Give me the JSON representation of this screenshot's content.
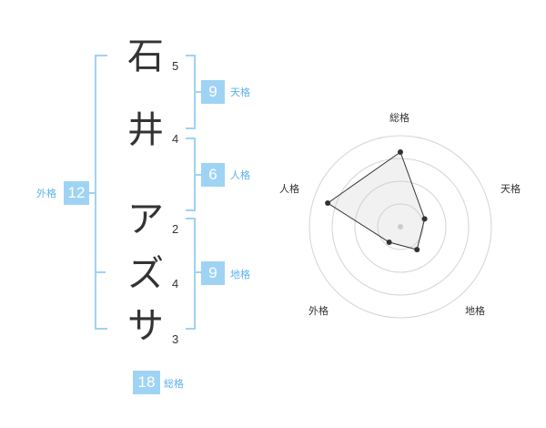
{
  "name": {
    "characters": [
      {
        "char": "石",
        "strokes": "5"
      },
      {
        "char": "井",
        "strokes": "4"
      },
      {
        "char": "ア",
        "strokes": "2"
      },
      {
        "char": "ズ",
        "strokes": "4"
      },
      {
        "char": "サ",
        "strokes": "3"
      }
    ]
  },
  "kaku": {
    "tenkaku": {
      "value": "9",
      "label": "天格"
    },
    "jinkaku": {
      "value": "6",
      "label": "人格"
    },
    "chikaku": {
      "value": "9",
      "label": "地格"
    },
    "gaikaku": {
      "value": "12",
      "label": "外格"
    },
    "soukaku": {
      "value": "18",
      "label": "総格"
    }
  },
  "colors": {
    "accent": "#9fd3f4",
    "accent_text": "#5ab3e8"
  },
  "chart_data": {
    "type": "radar",
    "axes": [
      "総格",
      "天格",
      "地格",
      "外格",
      "人格"
    ],
    "values": [
      18,
      9,
      9,
      12,
      6
    ],
    "display_values": [
      0.82,
      0.28,
      0.31,
      0.21,
      0.84
    ],
    "rings": 4,
    "grid": true
  }
}
